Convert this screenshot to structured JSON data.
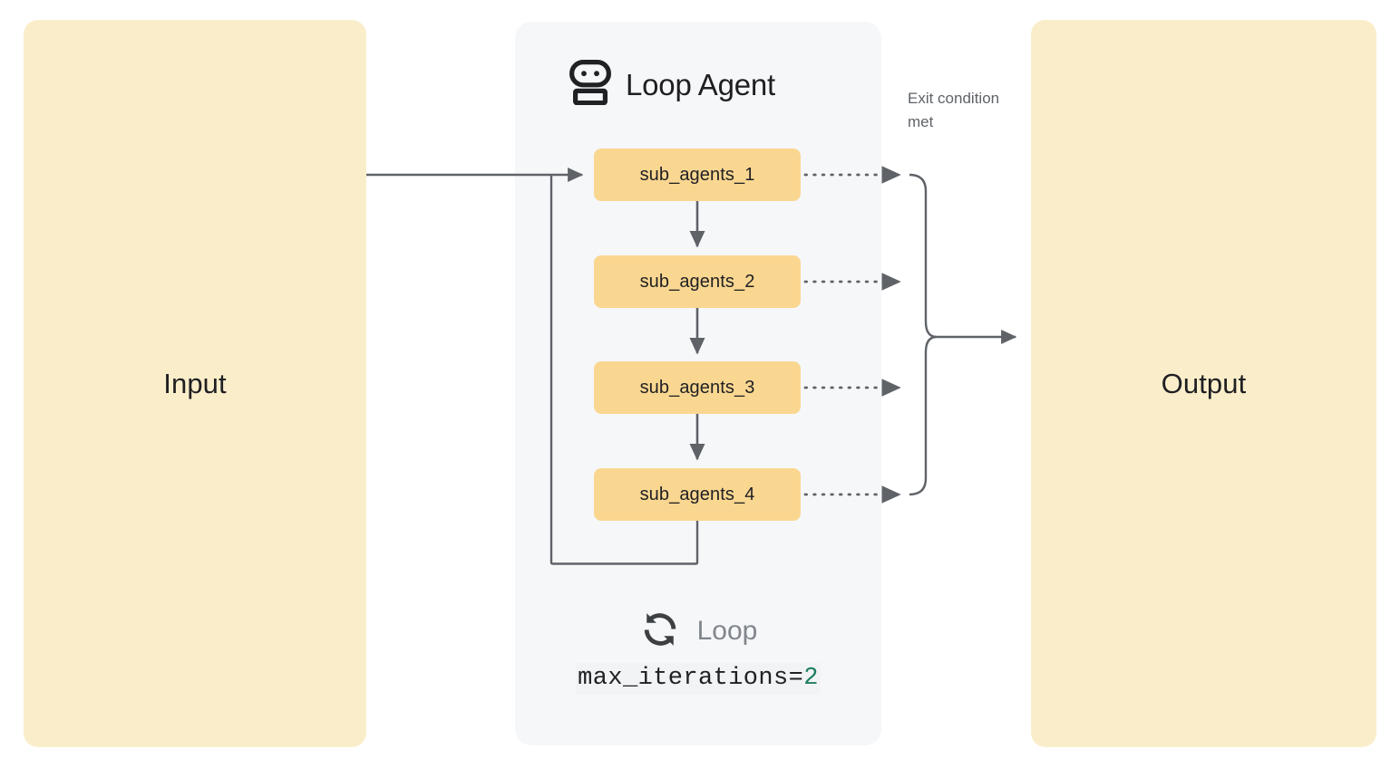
{
  "diagram": {
    "type": "loop-agent-workflow",
    "input": {
      "label": "Input"
    },
    "output": {
      "label": "Output"
    },
    "loop_agent": {
      "title": "Loop Agent",
      "icon": "robot-icon",
      "sub_agents": [
        {
          "label": "sub_agents_1"
        },
        {
          "label": "sub_agents_2"
        },
        {
          "label": "sub_agents_3"
        },
        {
          "label": "sub_agents_4"
        }
      ],
      "footer": {
        "icon": "loop-refresh-icon",
        "label": "Loop",
        "config_key": "max_iterations=",
        "config_value": "2"
      }
    },
    "annotations": {
      "exit_condition": "Exit condition met"
    },
    "colors": {
      "io_panel_fill": "#faeeca",
      "agent_panel_fill": "#f6f7f9",
      "agent_box_fill": "#fad791",
      "connector_stroke": "#5f6368",
      "text_primary": "#1f1f22",
      "text_muted": "#5f6368",
      "code_value": "#1c7f5d"
    }
  }
}
